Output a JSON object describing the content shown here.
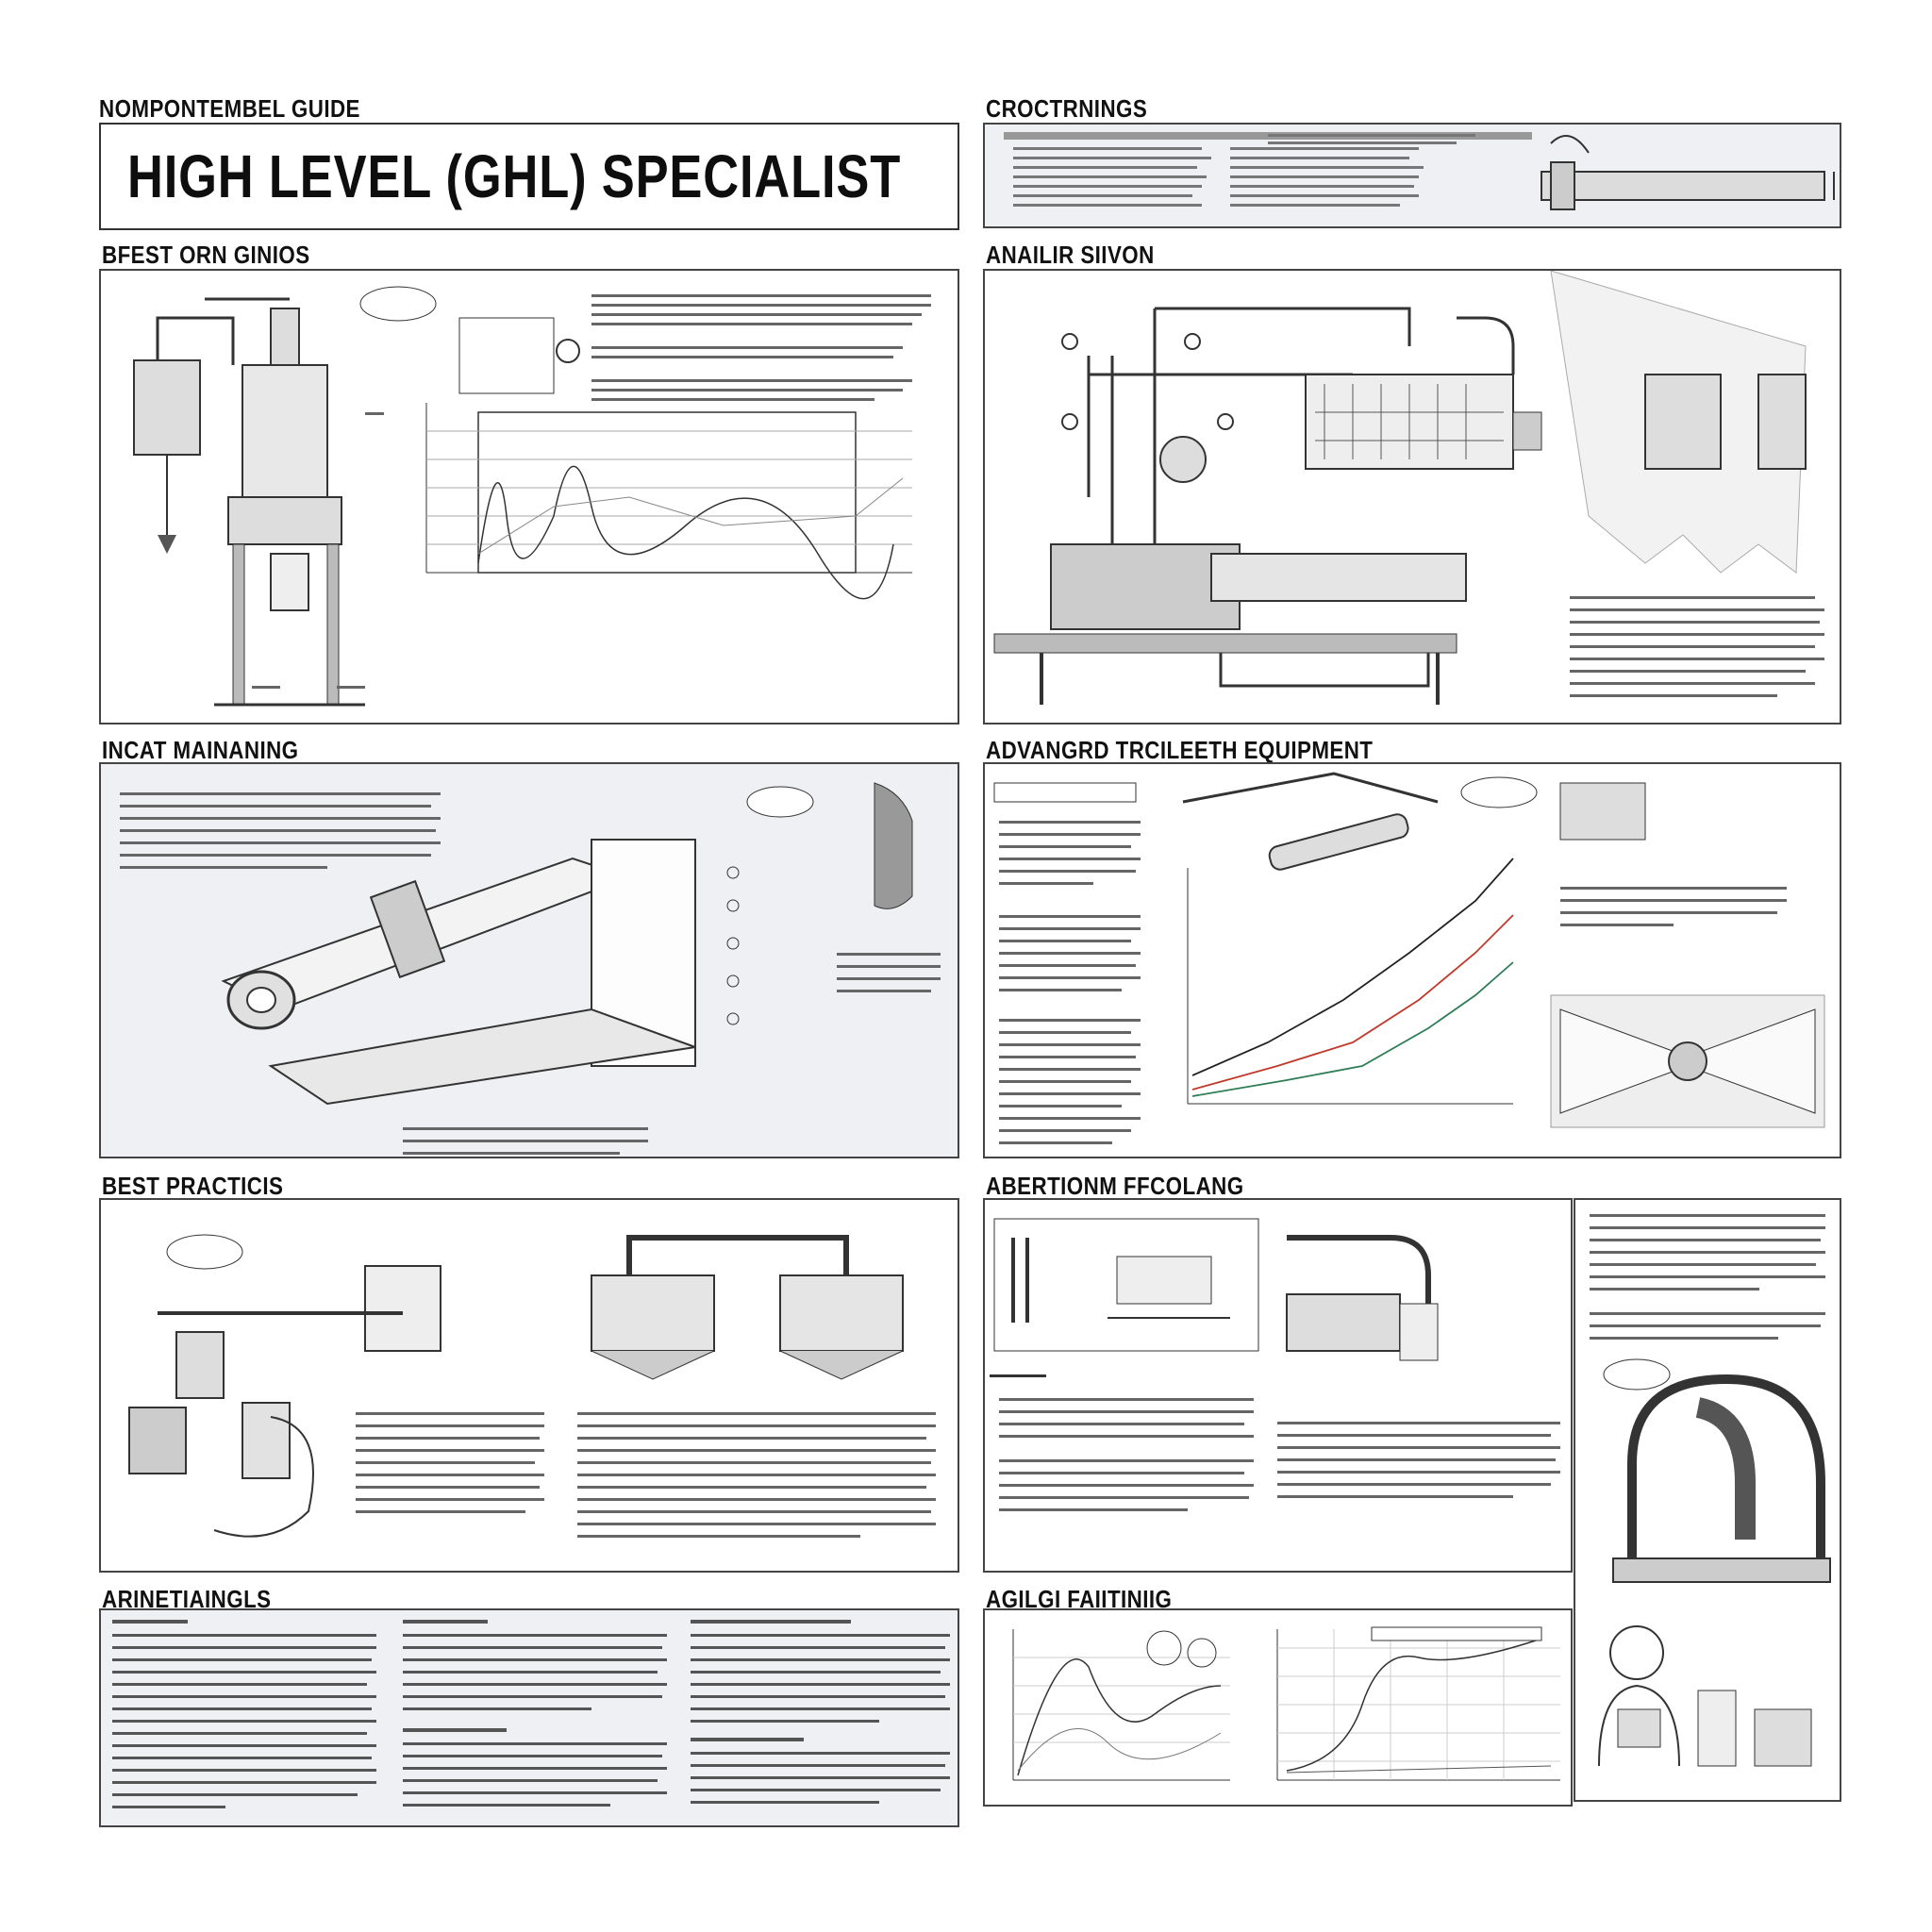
{
  "header": {
    "guide_label": "NOMPONTEMBEL GUIDE",
    "title": "HIGH LEVEL (GHL) SPECIALIST"
  },
  "sections": {
    "top_right": {
      "heading": "CROCTRNINGS"
    },
    "s1_left": {
      "heading": "BFEST ORN GINIOS"
    },
    "s1_right": {
      "heading": "ANAILIR SIIVON"
    },
    "s2_left": {
      "heading": "INCAT MAINANING"
    },
    "s2_right": {
      "heading": "ADVANGRD TRCILEETH EQUIPMENT"
    },
    "s3_left": {
      "heading": "BEST PRACTICIS"
    },
    "s3_right": {
      "heading": "ABERTIONM FFCOLANG"
    },
    "s4_left": {
      "heading": "ARINETIAINGLS"
    },
    "s4_right": {
      "heading": "AGILGI FAIITINIIG"
    }
  },
  "colors": {
    "border": "#444444",
    "panel_gray": "#eef0f3",
    "line_black": "#222222",
    "line_red": "#c0392b",
    "line_green": "#2e7d57"
  },
  "icons": [
    "pump-assembly-icon",
    "pipe-manifold-icon",
    "filter-cartridge-icon",
    "operator-figure-icon"
  ]
}
